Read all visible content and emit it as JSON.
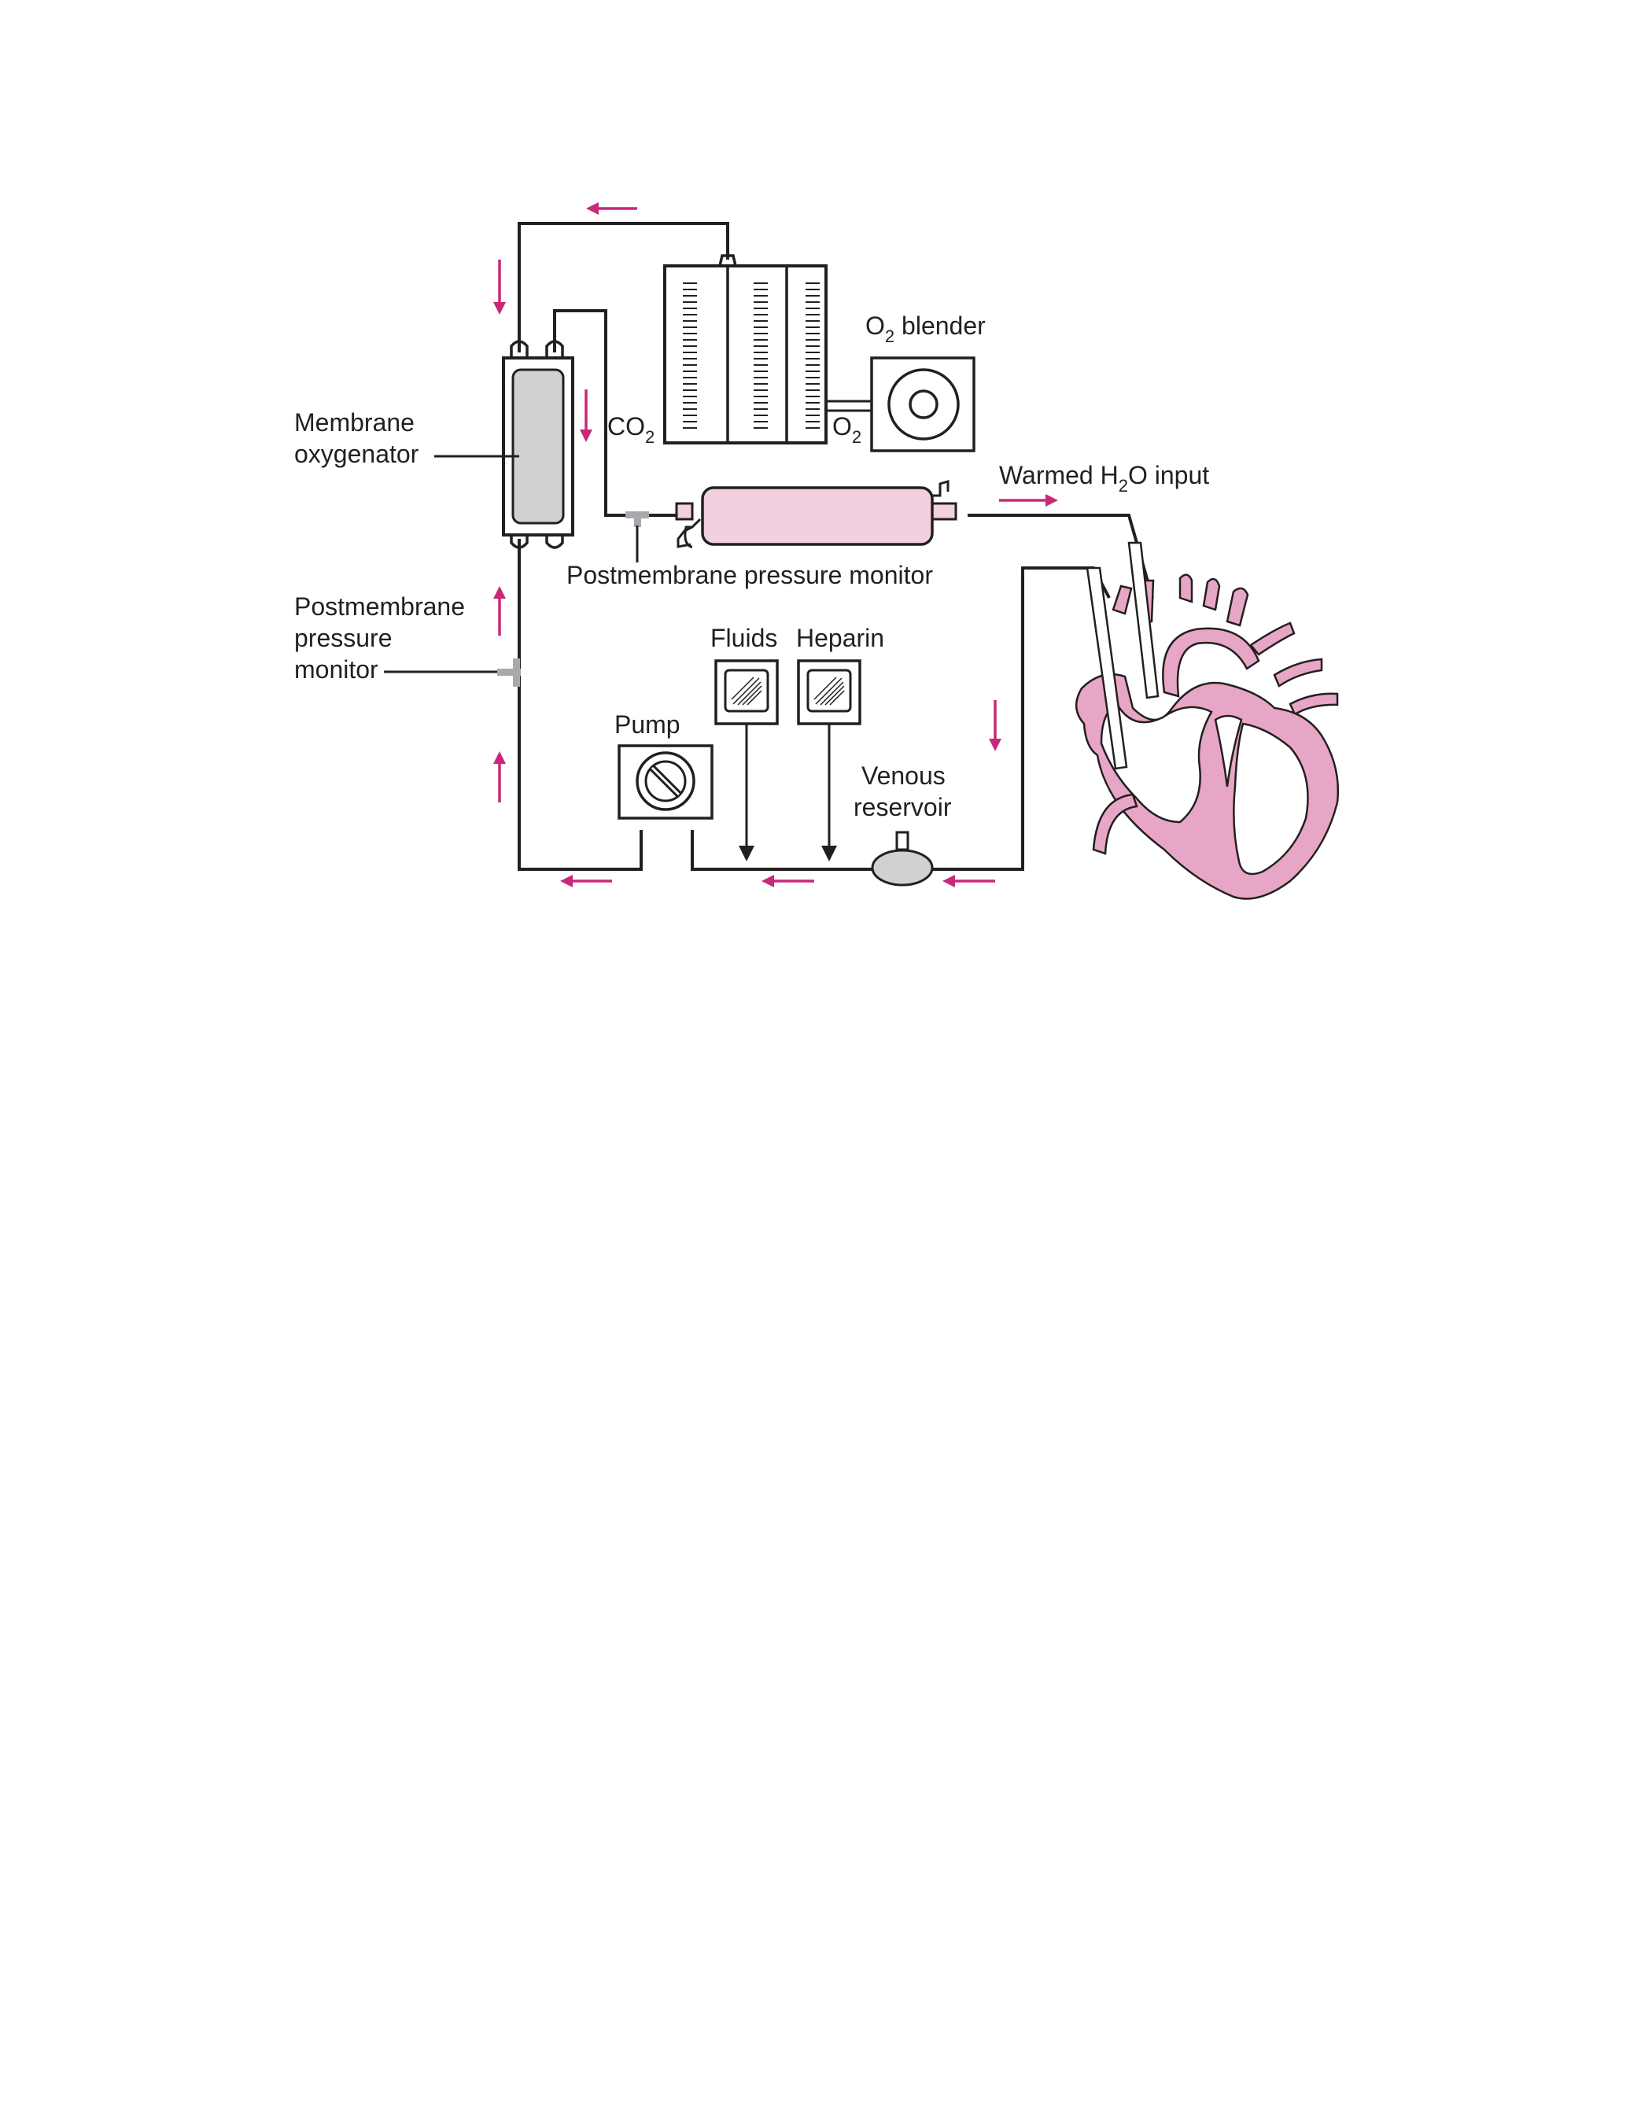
{
  "labels": {
    "membrane_oxygenator_line1": "Membrane",
    "membrane_oxygenator_line2": "oxygenator",
    "o2_blender_main": "O",
    "o2_blender_sub": "2",
    "o2_blender_rest": " blender",
    "co2_main": "CO",
    "co2_sub": "2",
    "o2_main": "O",
    "o2_sub": "2",
    "warmed_main": "Warmed H",
    "warmed_sub": "2",
    "warmed_rest": "O input",
    "postmembrane_top": "Postmembrane pressure monitor",
    "postmembrane_left_line1": "Postmembrane",
    "postmembrane_left_line2": "pressure",
    "postmembrane_left_line3": "monitor",
    "fluids": "Fluids",
    "heparin": "Heparin",
    "pump": "Pump",
    "venous_line1": "Venous",
    "venous_line2": "reservoir"
  },
  "colors": {
    "line": "#231f20",
    "flow_arrow": "#c8287a",
    "heart_pink": "#e8a6c6",
    "heat_exchanger_pink": "#f2d0e0",
    "device_gray": "#d0d1d1",
    "connector_gray": "#a7a9ac"
  }
}
